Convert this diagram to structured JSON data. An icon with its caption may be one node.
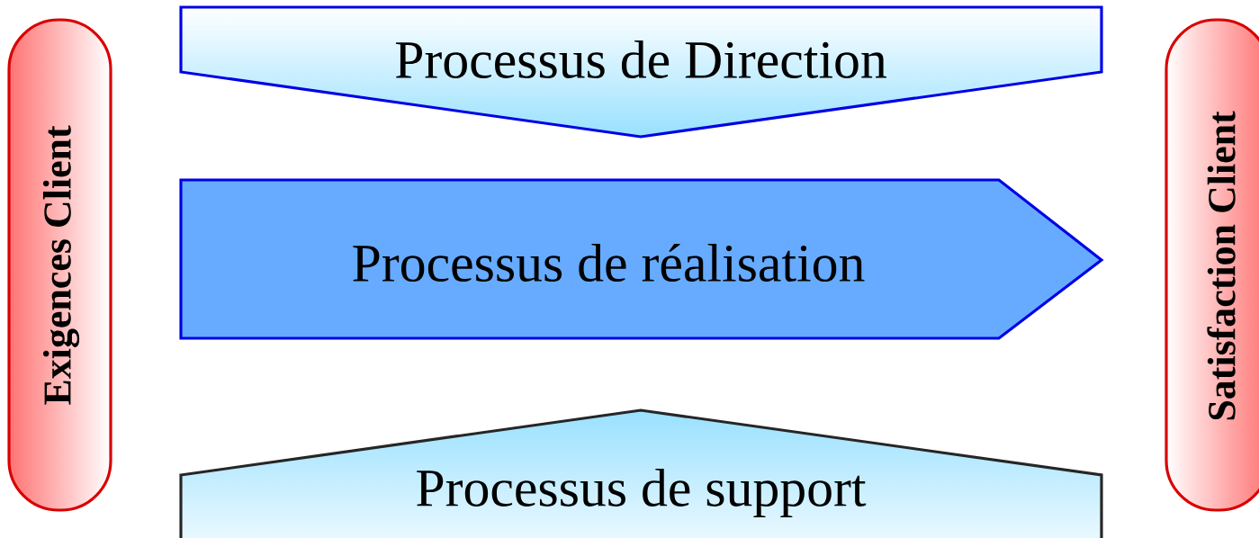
{
  "diagram": {
    "nodes": [
      {
        "text": [
          "Exigences Client"
        ]
      },
      {
        "text": [
          "Processus de Direction"
        ]
      },
      {
        "text": [
          "Processus de réalisation"
        ]
      },
      {
        "text": [
          "Processus de support"
        ]
      },
      {
        "text": [
          "Satisfaction Client"
        ]
      }
    ]
  }
}
